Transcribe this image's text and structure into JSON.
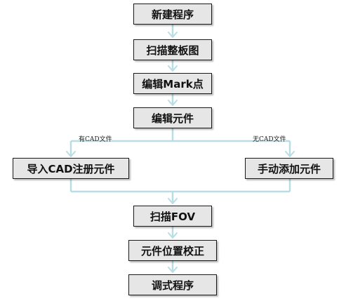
{
  "flowchart": {
    "nodes": {
      "new_program": "新建程序",
      "scan_board": "扫描整板图",
      "edit_mark": "编辑Mark点",
      "edit_components": "编辑元件",
      "import_cad": "导入CAD注册元件",
      "manual_add": "手动添加元件",
      "scan_fov": "扫描FOV",
      "position_correction": "元件位置校正",
      "debug_program": "调式程序"
    },
    "branch_labels": {
      "with_cad": "有CAD文件",
      "without_cad": "无CAD文件"
    }
  },
  "colors": {
    "connector": "#b9dde4",
    "node_fill": "#e6e6e6",
    "node_border": "#1a1a1a"
  }
}
